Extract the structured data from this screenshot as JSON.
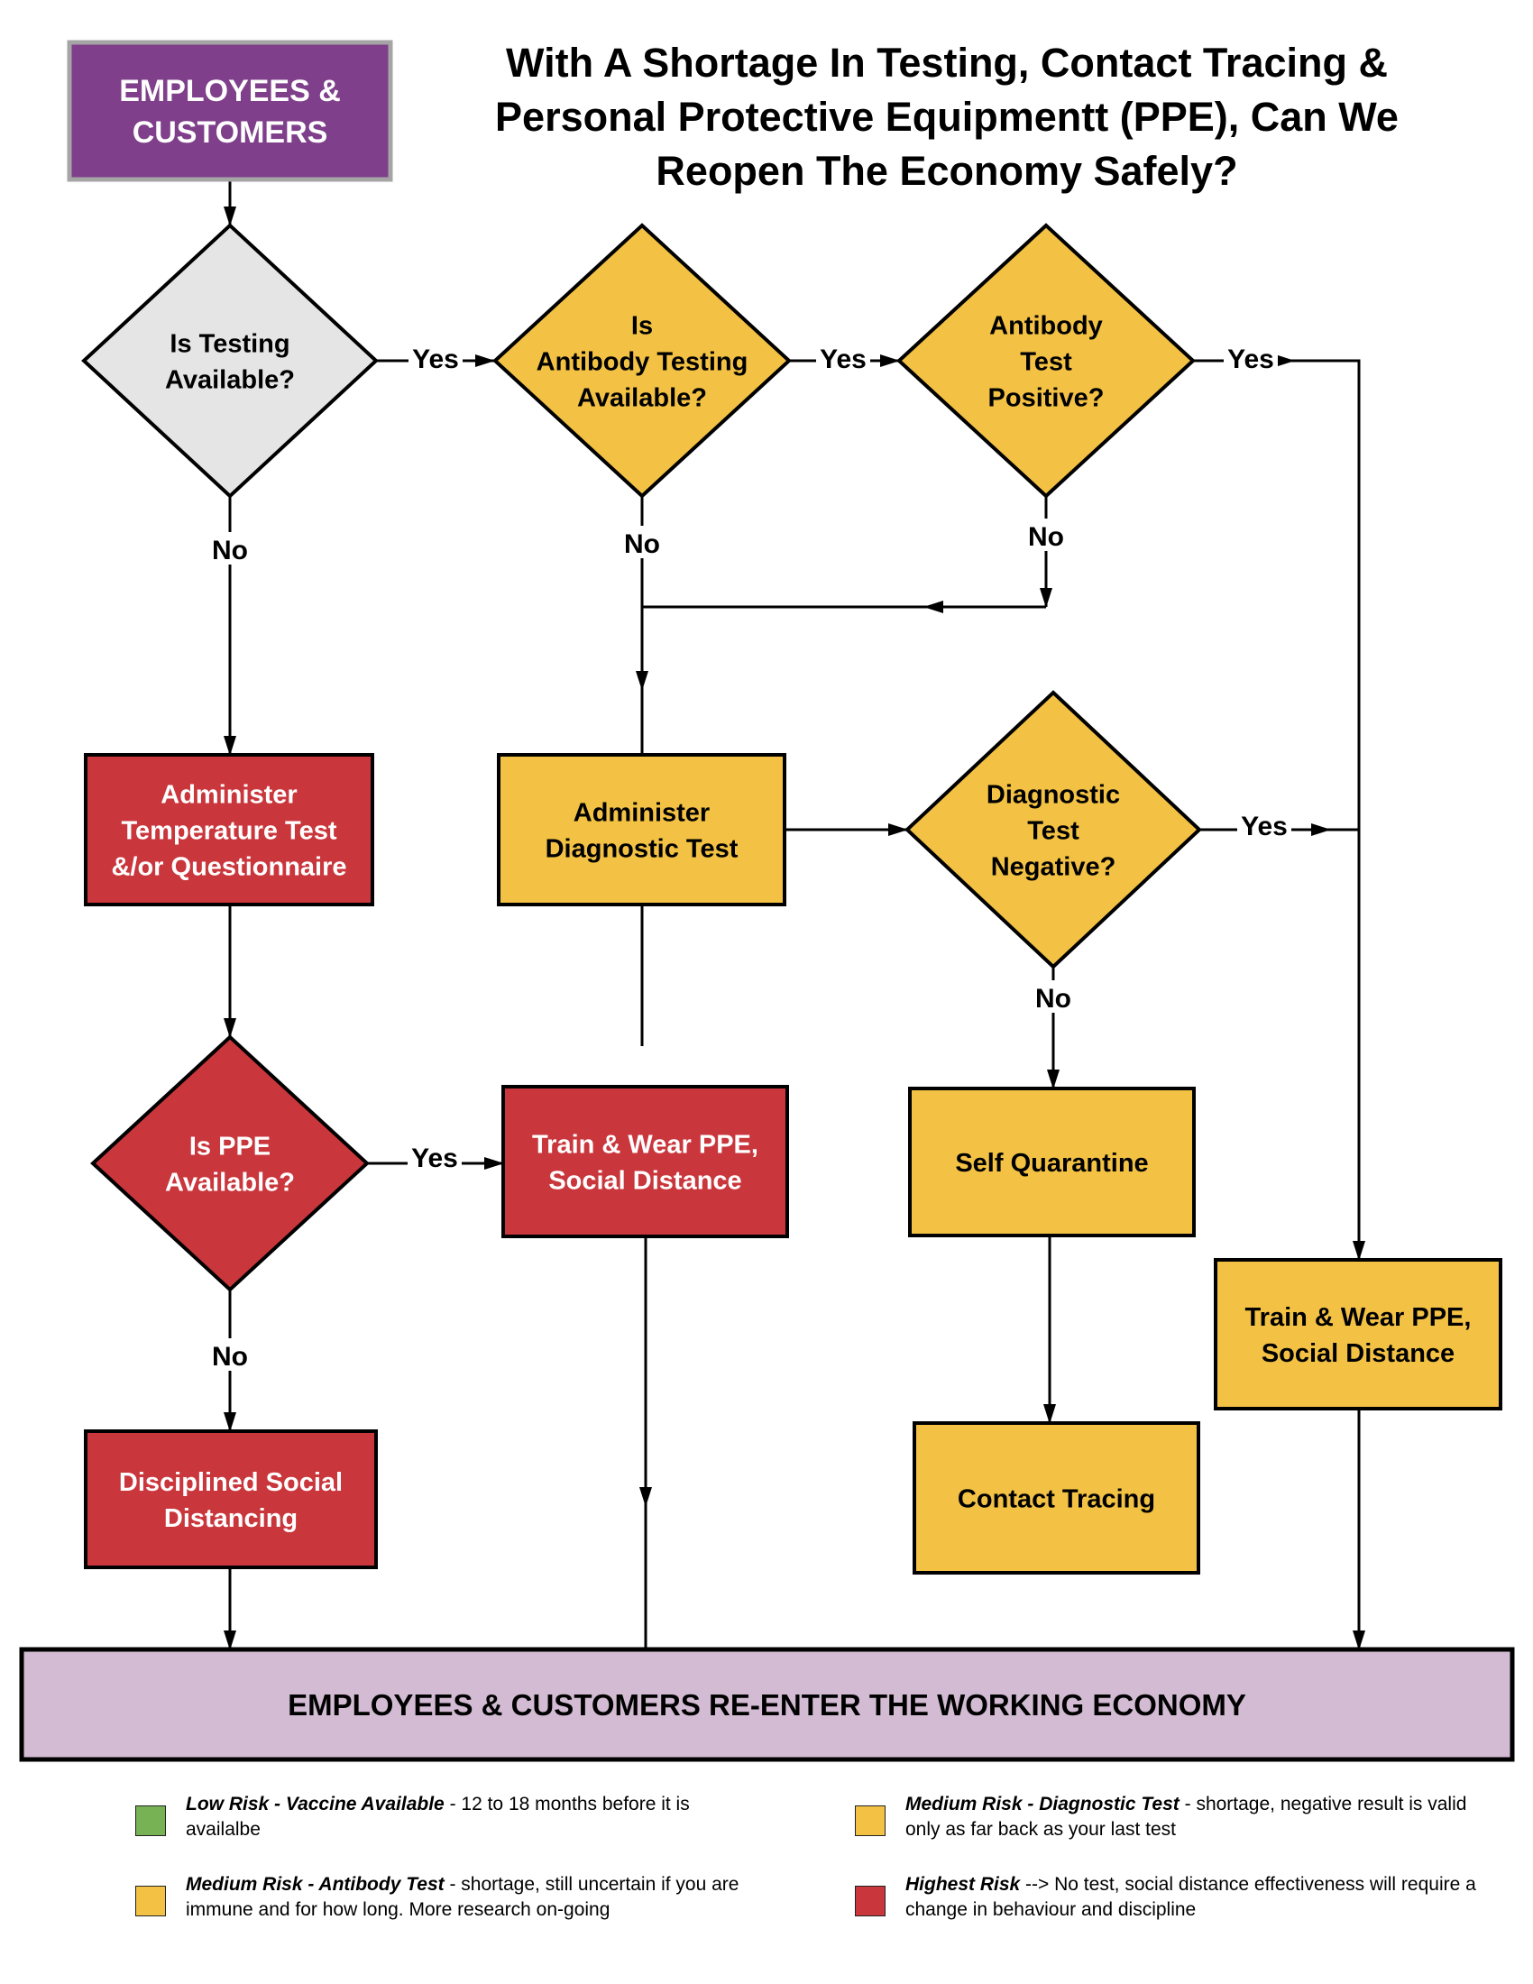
{
  "title": "With A Shortage In Testing, Contact Tracing & Personal Protective Equipmentt (PPE), Can We Reopen The Economy Safely?",
  "colors": {
    "purple": "#7F3F8A",
    "grey": "#E5E5E5",
    "yellow": "#F3C244",
    "red": "#C9363C",
    "green": "#77B255",
    "lavender": "#D2BBD3",
    "line": "#000000"
  },
  "nodes": {
    "start": {
      "lines": [
        "EMPLOYEES &",
        "CUSTOMERS"
      ]
    },
    "testing_available": {
      "lines": [
        "Is Testing",
        "Available?"
      ]
    },
    "antibody_available": {
      "lines": [
        "Is",
        "Antibody Testing",
        "Available?"
      ]
    },
    "antibody_positive": {
      "lines": [
        "Antibody",
        "Test",
        "Positive?"
      ]
    },
    "temperature_test": {
      "lines": [
        "Administer",
        "Temperature Test",
        "&/or Questionnaire"
      ]
    },
    "diagnostic_test": {
      "lines": [
        "Administer",
        "Diagnostic Test"
      ]
    },
    "diagnostic_negative": {
      "lines": [
        "Diagnostic",
        "Test",
        "Negative?"
      ]
    },
    "ppe_available": {
      "lines": [
        "Is PPE",
        "Available?"
      ]
    },
    "train_ppe_red": {
      "lines": [
        "Train & Wear PPE,",
        "Social Distance"
      ]
    },
    "self_quarantine": {
      "lines": [
        "Self Quarantine"
      ]
    },
    "train_ppe_yellow": {
      "lines": [
        "Train & Wear PPE,",
        "Social Distance"
      ]
    },
    "disciplined_distancing": {
      "lines": [
        "Disciplined Social",
        "Distancing"
      ]
    },
    "contact_tracing": {
      "lines": [
        "Contact Tracing"
      ]
    },
    "end": {
      "lines": [
        "EMPLOYEES & CUSTOMERS RE-ENTER THE WORKING ECONOMY"
      ]
    }
  },
  "edge_labels": {
    "yes": "Yes",
    "no": "No"
  },
  "legend": [
    {
      "color": "#77B255",
      "bold": "Low Risk - Vaccine Available",
      "text": " - 12 to 18 months before it is availalbe"
    },
    {
      "color": "#F3C244",
      "bold": "Medium Risk - Antibody Test",
      "text": " - shortage, still uncertain if you are immune and for how long. More research on-going"
    },
    {
      "color": "#F3C244",
      "bold": "Medium Risk - Diagnostic Test",
      "text": " - shortage, negative result is valid only as far back as your last test"
    },
    {
      "color": "#C9363C",
      "bold": "Highest Risk",
      "text": " --> No test, social distance effectiveness will require  a change in behaviour and discipline"
    }
  ]
}
